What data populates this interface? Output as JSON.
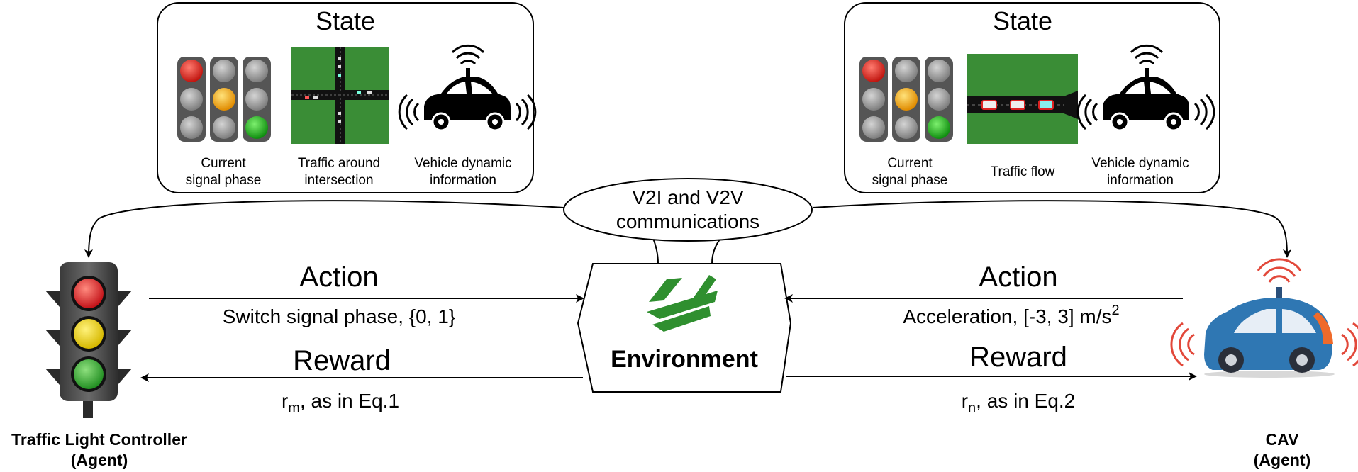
{
  "left_state": {
    "title": "State",
    "captions": {
      "signal_line1": "Current",
      "signal_line2": "signal phase",
      "traffic_line1": "Traffic around",
      "traffic_line2": "intersection",
      "vehicle_line1": "Vehicle dynamic",
      "vehicle_line2": "information"
    }
  },
  "right_state": {
    "title": "State",
    "captions": {
      "signal_line1": "Current",
      "signal_line2": "signal phase",
      "traffic_line1": "Traffic flow",
      "vehicle_line1": "Vehicle dynamic",
      "vehicle_line2": "information"
    }
  },
  "communications": {
    "line1": "V2I and V2V",
    "line2": "communications"
  },
  "environment": {
    "label": "Environment"
  },
  "left_flow": {
    "action_label": "Action",
    "action_detail": "Switch signal phase, {0, 1}",
    "reward_label": "Reward",
    "reward_symbol": "r",
    "reward_subscript": "m",
    "reward_suffix": ", as in Eq.1"
  },
  "right_flow": {
    "action_label": "Action",
    "action_detail": "Acceleration, [-3, 3] m/s",
    "action_superscript": "2",
    "reward_label": "Reward",
    "reward_symbol": "r",
    "reward_subscript": "n",
    "reward_suffix": ", as in Eq.2"
  },
  "agents": {
    "traffic_light_line1": "Traffic Light Controller",
    "traffic_light_line2": "(Agent)",
    "cav_line1": "CAV",
    "cav_line2": "(Agent)"
  },
  "colors": {
    "signal_red": "#d81e1e",
    "signal_yellow": "#f5a623",
    "signal_green": "#1fa01f",
    "traffic_light_red": "#e0262b",
    "traffic_light_yellow": "#f2d519",
    "traffic_light_green": "#3aa836",
    "grass_green": "#3a8d36",
    "car_blue": "#2f77b3",
    "car_orange": "#ef6a2a",
    "wave_red": "#e2483a",
    "environment_logo_green": "#2f8f2f"
  }
}
